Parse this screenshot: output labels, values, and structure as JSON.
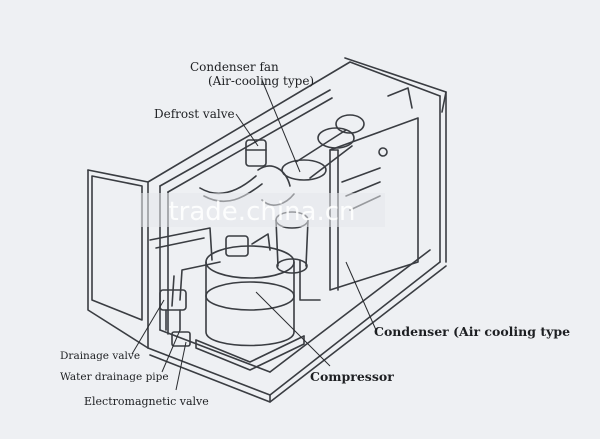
{
  "labels": {
    "condenser_fan": "Condenser fan",
    "condenser_fan_type": "(Air-cooling type)",
    "defrost_valve": "Defrost valve",
    "drainage_valve": "Drainage valve",
    "water_drainage_pipe": "Water drainage pipe",
    "electromagnetic_valve": "Electromagnetic valve",
    "condenser": "Condenser (Air cooling type",
    "compressor": "Compressor"
  },
  "watermark": "trade.china.cn",
  "colors": {
    "background": "#eef0f3",
    "line": "#3a3d42",
    "text": "#1d1f22"
  }
}
